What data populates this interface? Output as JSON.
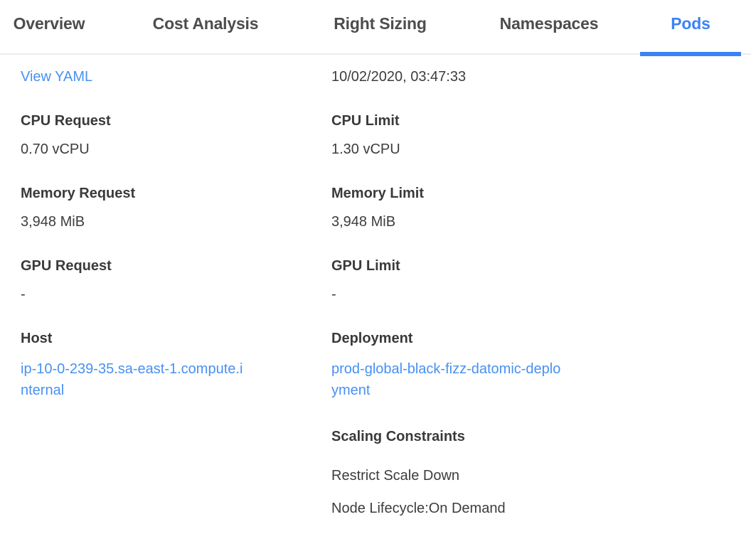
{
  "tabs": {
    "items": [
      {
        "label": "Overview",
        "active": false
      },
      {
        "label": "Cost Analysis",
        "active": false
      },
      {
        "label": "Right Sizing",
        "active": false
      },
      {
        "label": "Namespaces",
        "active": false
      },
      {
        "label": "Pods",
        "active": true
      }
    ]
  },
  "details": {
    "view_yaml_label": "View YAML",
    "timestamp": "10/02/2020, 03:47:33",
    "left_fields": [
      {
        "label": "CPU Request",
        "value": "0.70 vCPU"
      },
      {
        "label": "Memory Request",
        "value": "3,948 MiB"
      },
      {
        "label": "GPU Request",
        "value": "-"
      }
    ],
    "right_fields": [
      {
        "label": "CPU Limit",
        "value": "1.30 vCPU"
      },
      {
        "label": "Memory Limit",
        "value": "3,948 MiB"
      },
      {
        "label": "GPU Limit",
        "value": "-"
      }
    ],
    "host": {
      "label": "Host",
      "value": "ip-10-0-239-35.sa-east-1.compute.internal"
    },
    "deployment": {
      "label": "Deployment",
      "value": "prod-global-black-fizz-datomic-deployment"
    },
    "scaling": {
      "label": "Scaling Constraints",
      "items": [
        "Restrict Scale Down",
        "Node Lifecycle:On Demand"
      ]
    }
  },
  "colors": {
    "accent_blue": "#3b82f6",
    "link_blue": "#4791f2",
    "tab_text": "#4d4d4d",
    "body_text": "#3d3d3d",
    "divider": "#ececec"
  }
}
